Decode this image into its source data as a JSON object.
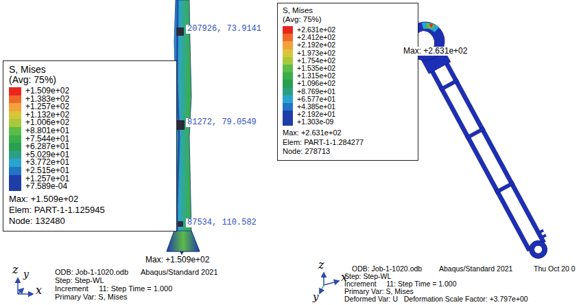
{
  "diagram": {
    "nodes": [
      {
        "text": [
          "S, Mises",
          "(Avg: 75%)",
          "Max: +1.509e+02",
          "Elem: PART-1-1.125945",
          "Node: 132480"
        ]
      },
      {
        "text": [
          "S, Mises",
          "(Avg: 75%)",
          "Max: +2.631e+02",
          "Elem: PART-1-1.284277",
          "Node: 278713"
        ]
      }
    ],
    "labels": [
      "207926, 73.9141",
      "81272, 79.0549",
      "87534, 110.582",
      "Max: +1.509e+02",
      "z",
      "y",
      "x",
      "ODB: Job-1-1020.odb",
      "Abaqus/Standard 2021",
      "Step: Step-WL",
      "Increment     11: Step Time = 1.000",
      "Primary Var: S, Mises",
      "Max: +2.631e+02",
      "z",
      "x",
      "y",
      "ODB: Job-1-1020.odb",
      "Abaqus/Standard 2021",
      "Thu Oct 20 0",
      "Step: Step-WL",
      "Increment     11: Step Time = 1.000",
      "Primary Var: S, Mises",
      "Deformed Var: U   Deformation Scale Factor: +3.797e+00"
    ],
    "legend": [
      {
        "text": "+1.509e+02",
        "color": "#e9261d"
      },
      {
        "text": "+1.383e+02",
        "color": "#f0672a"
      },
      {
        "text": "+1.257e+02",
        "color": "#f3a23a"
      },
      {
        "text": "+1.132e+02",
        "color": "#d9c53a"
      },
      {
        "text": "+1.006e+02",
        "color": "#a7c93b"
      },
      {
        "text": "+8.801e+01",
        "color": "#5dbb47"
      },
      {
        "text": "+7.544e+01",
        "color": "#3aae4a"
      },
      {
        "text": "+6.287e+01",
        "color": "#2a9f50"
      },
      {
        "text": "+5.029e+01",
        "color": "#2b9f86"
      },
      {
        "text": "+3.772e+01",
        "color": "#29a4cf"
      },
      {
        "text": "+2.515e+01",
        "color": "#2174c6"
      },
      {
        "text": "+1.257e+01",
        "color": "#1e3da8"
      },
      {
        "text": "+7.589e-04",
        "color": "#1e3da8"
      },
      {
        "text": "+2.631e+02",
        "color": "#e9261d"
      },
      {
        "text": "+2.412e+02",
        "color": "#f0672a"
      },
      {
        "text": "+2.192e+02",
        "color": "#f3a23a"
      },
      {
        "text": "+1.973e+02",
        "color": "#d9c53a"
      },
      {
        "text": "+1.754e+02",
        "color": "#a7c93b"
      },
      {
        "text": "+1.535e+02",
        "color": "#5dbb47"
      },
      {
        "text": "+1.315e+02",
        "color": "#3aae4a"
      },
      {
        "text": "+1.096e+02",
        "color": "#2a9f50"
      },
      {
        "text": "+8.769e+01",
        "color": "#2b9f86"
      },
      {
        "text": "+6.577e+01",
        "color": "#29a4cf"
      },
      {
        "text": "+4.385e+01",
        "color": "#2174c6"
      },
      {
        "text": "+2.192e+01",
        "color": "#1e3da8"
      },
      {
        "text": "+1.303e-09",
        "color": "#1e3da8"
      }
    ]
  }
}
